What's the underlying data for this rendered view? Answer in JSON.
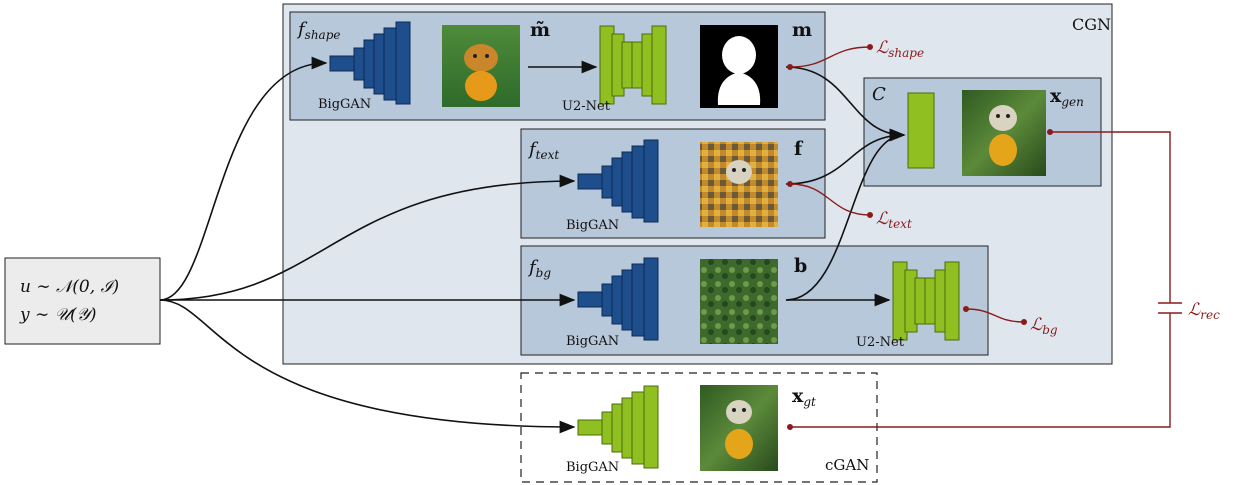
{
  "colors": {
    "panel": "#b8c8db",
    "cgn_bg": "#dfe6ee",
    "bigganBlue": "#1f4e8c",
    "green": "#8fbf21",
    "lossRed": "#8b1a1a",
    "input_bg": "#ececec"
  },
  "input": {
    "line1": "u ∼ 𝒩(0, ℐ)",
    "line2": "y ∼ 𝒰(𝒴)"
  },
  "cgn": {
    "title": "CGN"
  },
  "shape": {
    "f_base": "f",
    "f_sub": "shape",
    "gen_label": "BigGAN",
    "mtilde": "m̃",
    "u2net_label": "U2-Net",
    "m": "m"
  },
  "text": {
    "f_base": "f",
    "f_sub": "text",
    "gen_label": "BigGAN",
    "out": "f"
  },
  "bg": {
    "f_base": "f",
    "f_sub": "bg",
    "gen_label": "BigGAN",
    "out": "b",
    "u2net_label": "U2-Net"
  },
  "composer": {
    "label": "C",
    "out_base": "x",
    "out_sub": "gen"
  },
  "cgan": {
    "gen_label": "BigGAN",
    "out_base": "x",
    "out_sub": "gt",
    "title": "cGAN"
  },
  "losses": {
    "shape": {
      "base": "ℒ",
      "sub": "shape"
    },
    "text": {
      "base": "ℒ",
      "sub": "text"
    },
    "bg": {
      "base": "ℒ",
      "sub": "bg"
    },
    "rec": {
      "base": "ℒ",
      "sub": "rec"
    }
  }
}
